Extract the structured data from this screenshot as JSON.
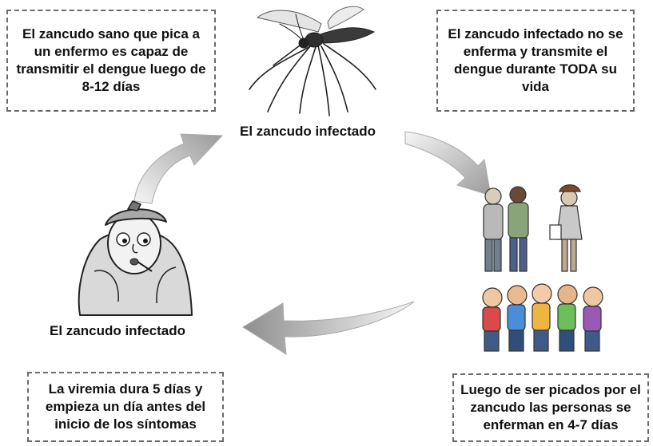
{
  "notes": {
    "top_left": "El zancudo sano que pica a un enfermo es capaz de transmitir el dengue luego de 8-12 días",
    "top_right": "El zancudo infectado no se enferma y transmite el dengue durante TODA su vida",
    "bottom_left": "La viremia dura 5 días y empieza un día antes del inicio de los síntomas",
    "bottom_right": "Luego de ser picados por el zancudo las personas se enferman en 4-7 días"
  },
  "captions": {
    "mosquito": "El zancudo infectado",
    "sick_person": "El zancudo infectado"
  },
  "illustrations": [
    "mosquito-illustration",
    "sick-person-illustration",
    "people-group-illustration",
    "children-group-illustration"
  ],
  "colors": {
    "arrow_light": "#f4f4f4",
    "arrow_dark": "#9a9a9a",
    "border": "#6b6b6b"
  }
}
